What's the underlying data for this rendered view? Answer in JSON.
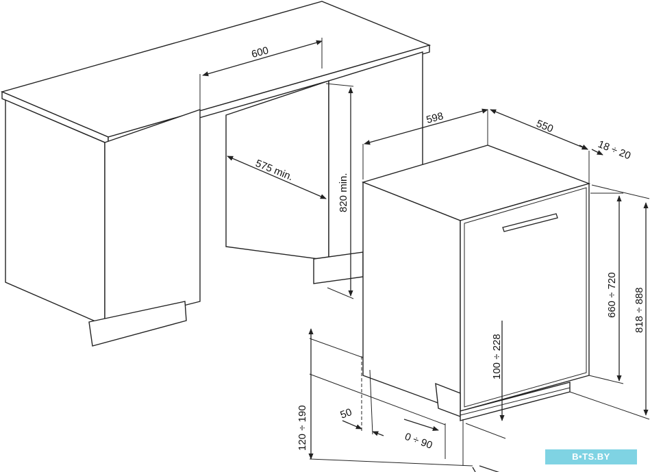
{
  "dimensions": {
    "niche_width": "600",
    "niche_depth": "575 min.",
    "niche_height": "820 min.",
    "appliance_width": "598",
    "appliance_depth": "550",
    "door_thickness": "18 ÷ 20",
    "door_height": "660 ÷ 720",
    "overall_height": "818 ÷ 888",
    "plinth_gap": "100 ÷ 228",
    "plinth_height": "120 ÷ 190",
    "plinth_setback": "50",
    "plinth_offset": "0 ÷ 90"
  },
  "watermark": "B•TS.BY"
}
